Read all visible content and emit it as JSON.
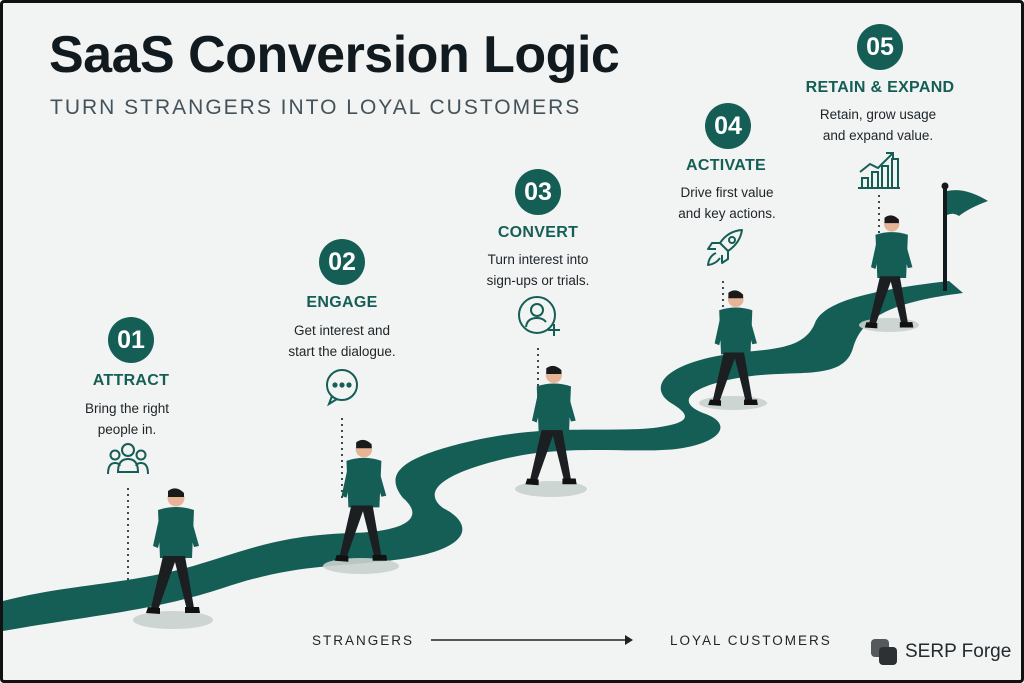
{
  "header": {
    "title": "SaaS Conversion Logic",
    "subtitle": "TURN STRANGERS INTO LOYAL CUSTOMERS"
  },
  "colors": {
    "primary": "#155e55",
    "road": "#155e55",
    "background": "#f2f3f3",
    "text_dark": "#111a1f"
  },
  "steps": [
    {
      "number": "01",
      "title": "ATTRACT",
      "desc": [
        "Bring the right",
        "people in."
      ],
      "icon": "people-group-icon"
    },
    {
      "number": "02",
      "title": "ENGAGE",
      "desc": [
        "Get interest and",
        "start the dialogue."
      ],
      "icon": "chat-bubble-icon"
    },
    {
      "number": "03",
      "title": "CONVERT",
      "desc": [
        "Turn interest into",
        "sign-ups or trials."
      ],
      "icon": "user-add-icon"
    },
    {
      "number": "04",
      "title": "ACTIVATE",
      "desc": [
        "Drive first value",
        "and key actions."
      ],
      "icon": "rocket-icon"
    },
    {
      "number": "05",
      "title": "RETAIN & EXPAND",
      "desc": [
        "Retain, grow usage",
        "and expand value."
      ],
      "icon": "growth-chart-icon"
    }
  ],
  "journey": {
    "start_label": "STRANGERS",
    "end_label": "LOYAL CUSTOMERS"
  },
  "brand": {
    "name": "SERP Forge",
    "icon": "serp-forge-logo-icon"
  }
}
